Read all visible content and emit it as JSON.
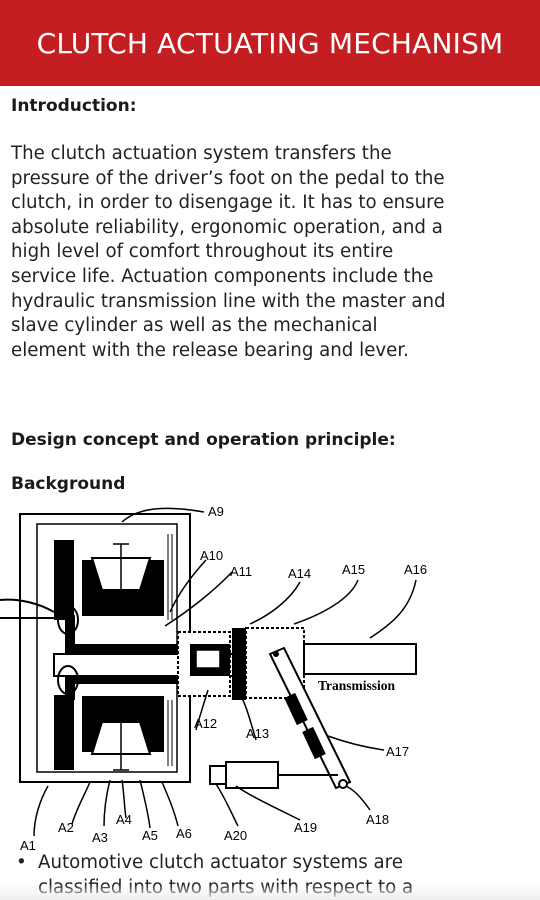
{
  "header": {
    "title": "CLUTCH ACTUATING MECHANISM",
    "bg_color": "#c41e22"
  },
  "intro": {
    "heading": "Introduction:",
    "lines": [
      "The clutch actuation system transfers the",
      "pressure of the driver’s foot on the pedal to the",
      "clutch, in order to disengage it. It has to ensure",
      "absolute reliability, ergonomic operation, and a",
      "high level of comfort throughout its entire",
      "service life. Actuation components include the",
      "hydraulic transmission line with the master and",
      "slave cylinder as well as the mechanical",
      "element with the release bearing and lever."
    ]
  },
  "design": {
    "heading": "Design concept and operation principle:"
  },
  "background": {
    "heading": "Background"
  },
  "figure": {
    "transmission_label": "Transmission",
    "labels": {
      "A1": "A1",
      "A2": "A2",
      "A3": "A3",
      "A4": "A4",
      "A5": "A5",
      "A6": "A6",
      "A9": "A9",
      "A10": "A10",
      "A11": "A11",
      "A12": "A12",
      "A13": "A13",
      "A14": "A14",
      "A15": "A15",
      "A16": "A16",
      "A17": "A17",
      "A18": "A18",
      "A19": "A19",
      "A20": "A20"
    }
  },
  "bullets": [
    {
      "lines": [
        "Automotive clutch actuator systems are",
        "classified into two parts with respect to a"
      ]
    }
  ]
}
